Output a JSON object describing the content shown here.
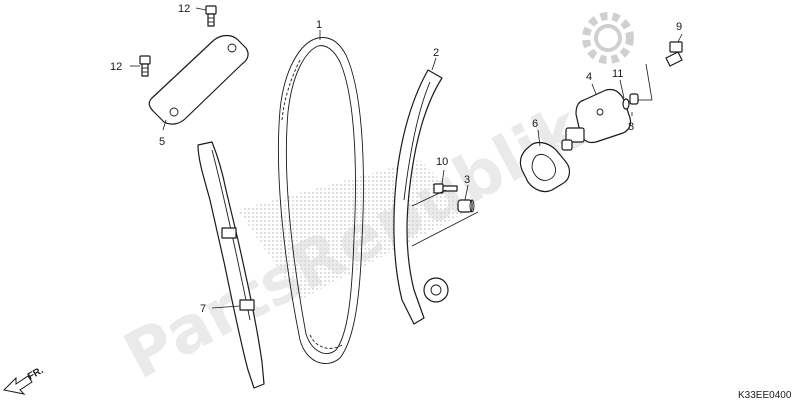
{
  "diagram": {
    "callouts": {
      "c1": "1",
      "c2": "2",
      "c3": "3",
      "c4": "4",
      "c5": "5",
      "c6": "6",
      "c7": "7",
      "c8": "8",
      "c9": "9",
      "c10": "10",
      "c11": "11",
      "c12a": "12",
      "c12b": "12"
    },
    "watermark": "PartsRepublik",
    "front_indicator": "FR.",
    "drawing_code": "K33EE0400"
  }
}
